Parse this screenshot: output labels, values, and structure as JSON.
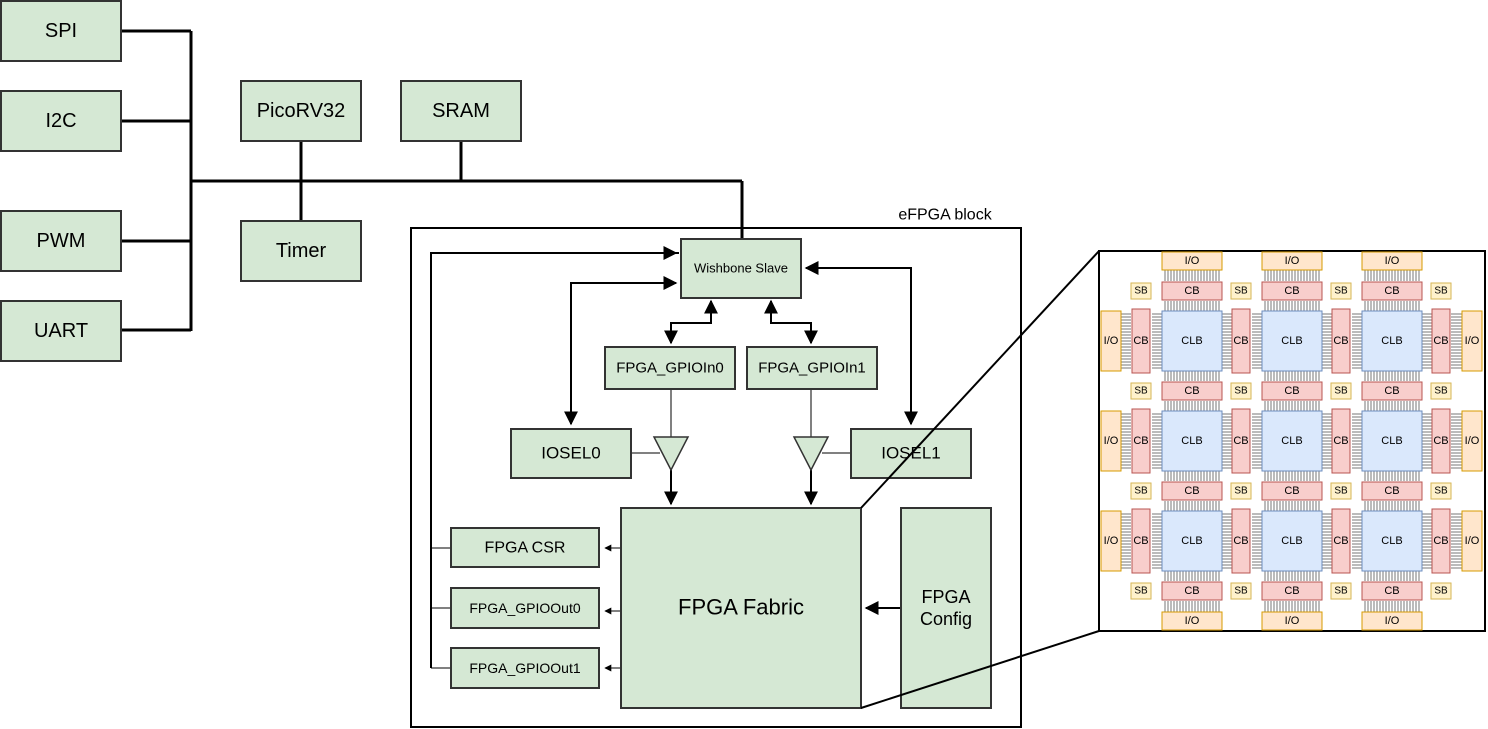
{
  "peripherals": {
    "spi": "SPI",
    "i2c": "I2C",
    "pwm": "PWM",
    "uart": "UART"
  },
  "core": {
    "cpu": "PicoRV32",
    "sram": "SRAM",
    "timer": "Timer"
  },
  "efpga": {
    "title": "eFPGA block",
    "wishbone": "Wishbone Slave",
    "gpio_in0": "FPGA_GPIOIn0",
    "gpio_in1": "FPGA_GPIOIn1",
    "iosel0": "IOSEL0",
    "iosel1": "IOSEL1",
    "csr": "FPGA CSR",
    "gpio_out0": "FPGA_GPIOOut0",
    "gpio_out1": "FPGA_GPIOOut1",
    "fabric": "FPGA Fabric",
    "config_line1": "FPGA",
    "config_line2": "Config"
  },
  "fabric_detail": {
    "clb": "CLB",
    "cb": "CB",
    "sb": "SB",
    "io": "I/O"
  },
  "colors": {
    "block_fill": "#d5e8d4",
    "clb_fill": "#dae8fc",
    "cb_fill": "#f8cecc",
    "sb_fill": "#fff2cc",
    "io_fill": "#ffe6cc"
  }
}
